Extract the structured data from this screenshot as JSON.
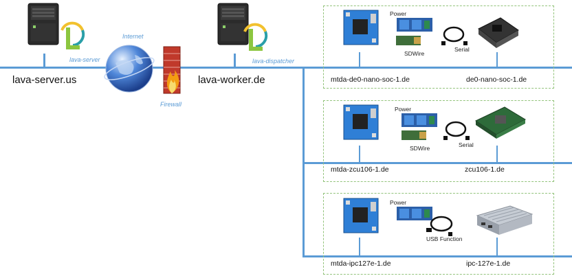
{
  "hosts": {
    "server_label": "lava-server.us",
    "worker_label": "lava-worker.de",
    "server_role": "lava-server",
    "worker_role": "lava-dispatcher",
    "internet_label": "Internet",
    "firewall_label": "Firewall"
  },
  "panels": [
    {
      "mtda_label": "mtda-de0-nano-soc-1.de",
      "dut_label": "de0-nano-soc-1.de",
      "power_label": "Power",
      "sdwire_label": "SDWire",
      "serial_label": "Serial"
    },
    {
      "mtda_label": "mtda-zcu106-1.de",
      "dut_label": "zcu106-1.de",
      "power_label": "Power",
      "sdwire_label": "SDWire",
      "serial_label": "Serial"
    },
    {
      "mtda_label": "mtda-ipc127e-1.de",
      "dut_label": "ipc-127e-1.de",
      "power_label": "Power",
      "usb_label": "USB Function"
    }
  ],
  "colors": {
    "network": "#5b9bd5",
    "panel_border": "#92c37a",
    "lava_green": "#8cc63f",
    "lava_yellow": "#f2c12e",
    "lava_teal": "#2a9fa8"
  }
}
